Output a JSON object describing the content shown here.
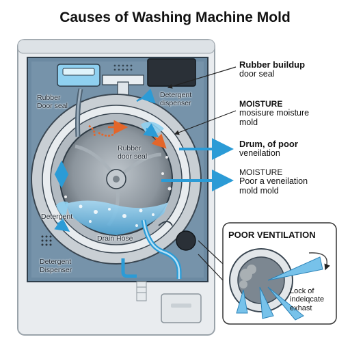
{
  "title": "Causes of Washing Machine Mold",
  "machine_labels": {
    "rubber_door_seal_left": "Rubber\nDoor seal",
    "detergent_dispenser_top": "Detergent\ndispenser",
    "rubber_door_seal_center": "Rubber\ndoor seal",
    "detergent_left": "Detergent",
    "drain_hose": "Drain Hose",
    "detergent_dispenser_bottom": "Detergent\nDispenser"
  },
  "callouts": [
    {
      "heading": "Rubber buildup",
      "text": "door seal"
    },
    {
      "heading": "MOISTURE",
      "text": "mosisure moisture\nmold"
    },
    {
      "heading": "Drum, of poor",
      "text": "veneilation"
    },
    {
      "heading": "MOISTURE",
      "text": "Poor a veneilation\nmold mold"
    }
  ],
  "inset": {
    "title": "POOR VENTILATION",
    "caption": "Lock of\nindeiqcate\nexhast"
  },
  "colors": {
    "machine_body": "#e9ecef",
    "panel": "#5e7d95",
    "water": "#6fb7df",
    "arrow_blue": "#2b9bd6",
    "arrow_orange": "#e4662a",
    "mold": "#7f8a80"
  },
  "icons": [
    "water-arrow-icon",
    "heat-arrow-icon",
    "mold-spot-icon",
    "air-flow-icon"
  ]
}
